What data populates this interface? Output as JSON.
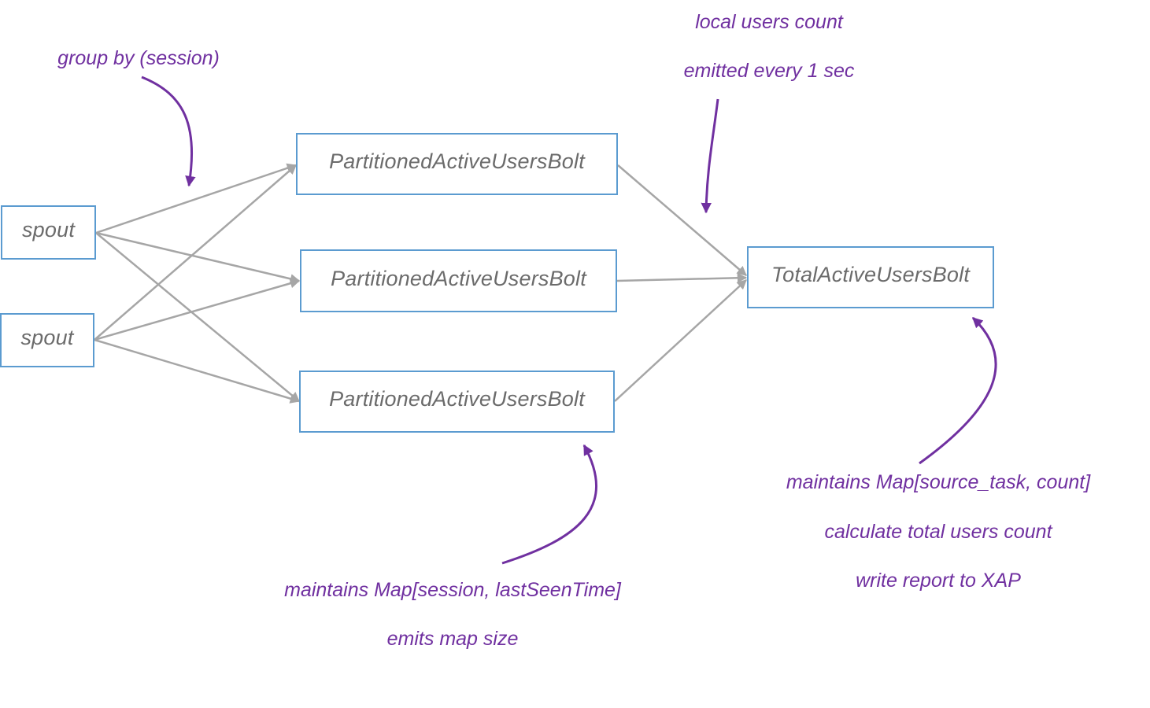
{
  "nodes": {
    "spout_top": "spout",
    "spout_bottom": "spout",
    "bolt_top": "PartitionedActiveUsersBolt",
    "bolt_middle": "PartitionedActiveUsersBolt",
    "bolt_bottom": "PartitionedActiveUsersBolt",
    "total": "TotalActiveUsersBolt"
  },
  "annotations": {
    "grouping": "group by (session)",
    "local_count": [
      "local users count",
      "emitted every 1 sec"
    ],
    "partitioned": [
      "maintains Map[session, lastSeenTime]",
      "emits map size"
    ],
    "total": [
      "maintains Map[source_task, count]",
      "calculate total users count",
      "write report to XAP"
    ]
  },
  "colors": {
    "box_border": "#5b9bd0",
    "box_text": "#6b6b6b",
    "edge": "#a6a6a6",
    "annotation": "#7030a0"
  }
}
